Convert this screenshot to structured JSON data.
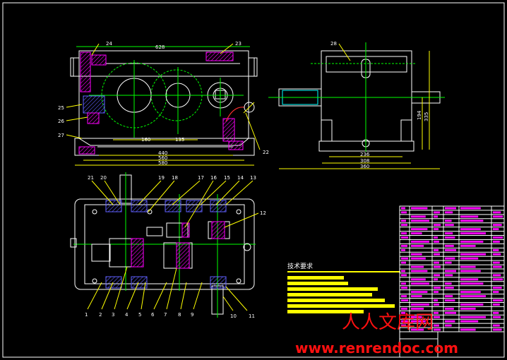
{
  "dims": {
    "front_total": "628",
    "center_a": "160",
    "center_b": "135",
    "base_1": "440",
    "base_2": "560",
    "base_3": "580",
    "side_1": "236",
    "side_2": "308",
    "side_3": "360",
    "height_1": "194",
    "height_2": "335"
  },
  "callouts_top": [
    "24",
    "23",
    "25",
    "26",
    "27",
    "22",
    "28"
  ],
  "callouts_plan_top": [
    "21",
    "20",
    "19",
    "18",
    "17",
    "16",
    "15",
    "14",
    "13",
    "12"
  ],
  "callouts_plan_bottom": [
    "1",
    "2",
    "3",
    "4",
    "5",
    "6",
    "7",
    "8",
    "9",
    "10",
    "11"
  ],
  "tech_requirements_title": "技术要求",
  "watermark": {
    "cn": "人人文库网",
    "en": "www.renrendoc.com"
  },
  "colors": {
    "background": "#000000",
    "outline": "#ffffff",
    "centerline": "#00ff00",
    "section": "#ff00ff",
    "text_block": "#ffff00",
    "title_block": "#ff00ff",
    "watermark": "#ff1010"
  }
}
